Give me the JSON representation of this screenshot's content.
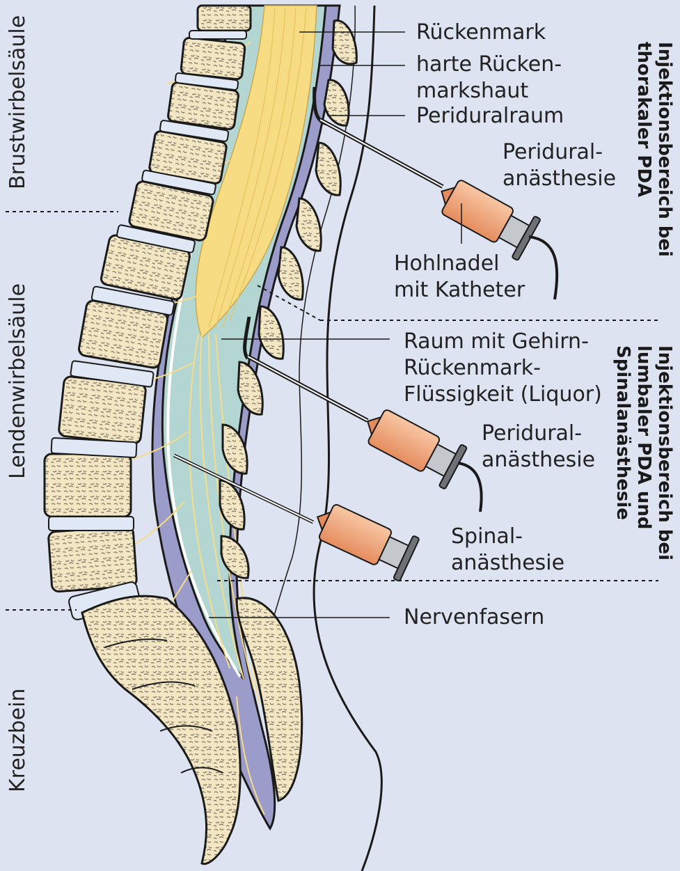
{
  "regions": {
    "thoracic": "Brustwirbelsäule",
    "lumbar": "Lendenwirbelsäule",
    "sacrum": "Kreuzbein"
  },
  "labels": {
    "spinal_cord": "Rückenmark",
    "dura_line1": "harte Rücken-",
    "dura_line2": "markshaut",
    "epidural_space": "Periduralraum",
    "epidural_top_line1": "Periduralanästhesie",
    "epidural_top_line1_part1": "Periduralanästhesie",
    "pda_top_1": "Peridural-",
    "pda_top_2": "anästhesie",
    "needle_1": "Hohlnadel",
    "needle_2": "mit Katheter",
    "csf_1": "Raum mit Gehirn-",
    "csf_2": "Rückenmark-",
    "csf_3": "Flüssigkeit (Liquor)",
    "pda_low_1": "Peridural-",
    "pda_low_2": "anästhesie",
    "spinal_1": "Spinal-",
    "spinal_2": "anästhesie",
    "nerves": "Nervenfasern"
  },
  "side_titles": {
    "thoracic_1": "Injektionsbereich bei",
    "thoracic_2": "thorakaler PDA",
    "lumbar_1": "Injektionsbereich bei",
    "lumbar_2": "lumbaler PDA und",
    "lumbar_3": "Spinalanästhesie"
  },
  "colors": {
    "background": "#dde3f1",
    "bone": "#f3e6c2",
    "disc": "#dfe8f4",
    "dura": "#9c9ccb",
    "csf": "#b4d6d2",
    "cord": "#f7dc84",
    "syringe": "#f0a878"
  }
}
